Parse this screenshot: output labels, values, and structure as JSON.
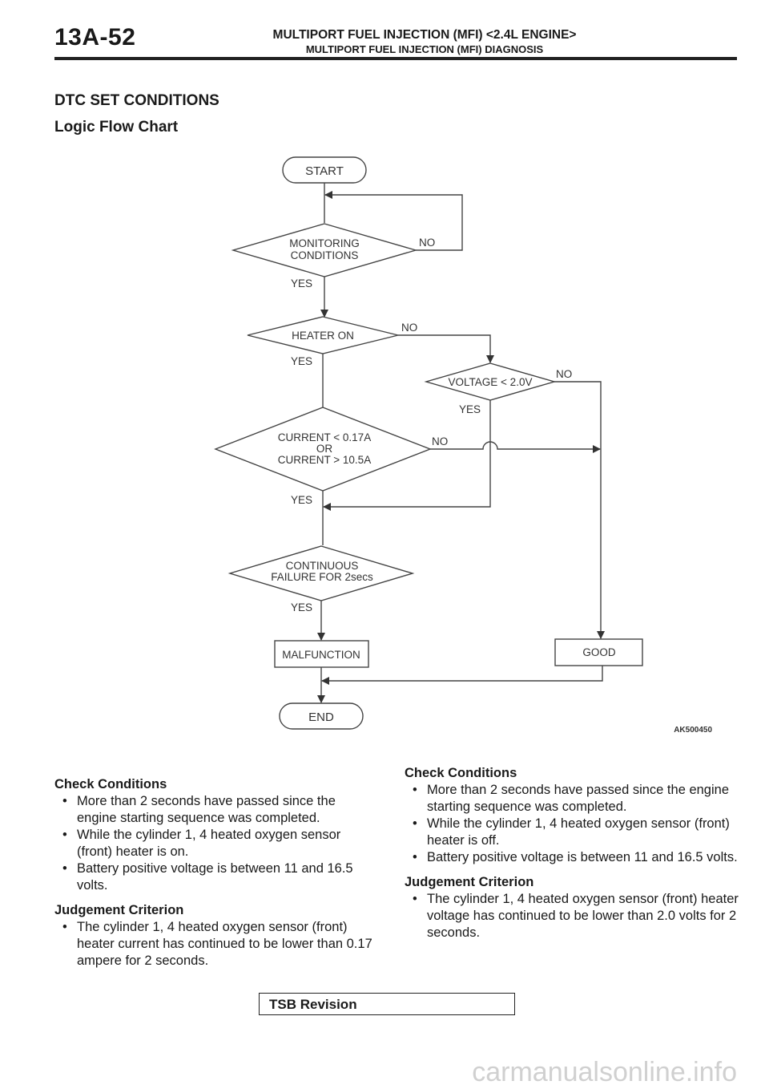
{
  "header": {
    "page_number": "13A-52",
    "title": "MULTIPORT FUEL INJECTION (MFI) <2.4L ENGINE>",
    "subtitle": "MULTIPORT FUEL INJECTION (MFI) DIAGNOSIS"
  },
  "section": {
    "heading": "DTC SET CONDITIONS",
    "subheading": "Logic Flow Chart"
  },
  "flowchart": {
    "start": "START",
    "monitoring": [
      "MONITORING",
      "CONDITIONS"
    ],
    "heater_on": "HEATER ON",
    "voltage": "VOLTAGE < 2.0V",
    "current": [
      "CURRENT < 0.17A",
      "OR",
      "CURRENT > 10.5A"
    ],
    "continuous": [
      "CONTINUOUS",
      "FAILURE FOR 2secs"
    ],
    "malfunction": "MALFUNCTION",
    "good": "GOOD",
    "end": "END",
    "yes": "YES",
    "no": "NO",
    "figure_id": "AK500450"
  },
  "left_column": {
    "check_title": "Check Conditions",
    "check_items": [
      "More than 2 seconds have passed since the engine starting sequence was completed.",
      "While the cylinder 1, 4 heated oxygen sensor (front) heater is on.",
      "Battery positive voltage is between 11 and 16.5 volts."
    ],
    "judgement_title": "Judgement  Criterion",
    "judgement_items": [
      "The cylinder 1, 4 heated oxygen sensor (front) heater current has continued to be lower than 0.17 ampere for 2 seconds."
    ]
  },
  "right_column": {
    "check_title": "Check Conditions",
    "check_items": [
      "More than 2 seconds have passed since the engine starting sequence was completed.",
      "While the cylinder 1, 4 heated oxygen sensor (front) heater is off.",
      "Battery positive voltage is between 11 and 16.5 volts."
    ],
    "judgement_title": "Judgement  Criterion",
    "judgement_items": [
      "The cylinder 1, 4 heated oxygen sensor (front) heater voltage has continued to be lower than 2.0 volts for 2 seconds."
    ]
  },
  "footer": {
    "tsb_label": "TSB Revision",
    "watermark": "carmanualsonline.info"
  }
}
